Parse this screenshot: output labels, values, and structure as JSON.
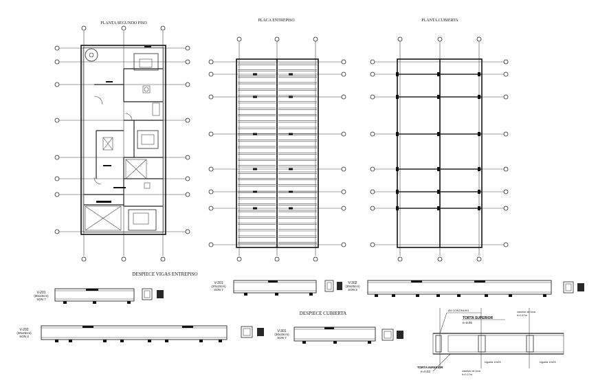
{
  "titles": {
    "plan_second": "PLANTA SEGUNDO PISO",
    "plan_slab": "PLACA ENTREPISO",
    "plan_roof": "PLANTA CUBIERTA",
    "beams_slab": "DESPIECE VIGAS ENTREPISO",
    "beams_roof": "DESPIECE CUBIERTA"
  },
  "beams": {
    "v201": {
      "code": "V-201",
      "size": "(30x25cm)",
      "qty": "SON 7"
    },
    "v202": {
      "code": "V-202",
      "size": "(30x25cm)",
      "qty": "SON 3"
    },
    "v201b": {
      "code": "V-201",
      "size": "(20x10cm)",
      "qty": "SON 7"
    },
    "v302": {
      "code": "V-302",
      "size": "(30x25cm)",
      "qty": "SON 3"
    },
    "v301": {
      "code": "V-301",
      "size": "(30x25cm)",
      "qty": "SON 7"
    }
  },
  "detail": {
    "continuous_mesh": "Ø4 CONTINUAS",
    "top_slab": "TORTA SUPERIOR",
    "top_thickness": "e=0.05",
    "top_formwork": "casetón de lona",
    "top_height": "h=0.17m",
    "bottom_slab": "TORTA INFERIOR",
    "bottom_thickness": "e=0.03",
    "bottom_formwork": "casetón de lona",
    "bottom_height": "h=0.17m",
    "joist_a": "vigueta 10x25",
    "joist_b": "vigueta 10x25"
  }
}
